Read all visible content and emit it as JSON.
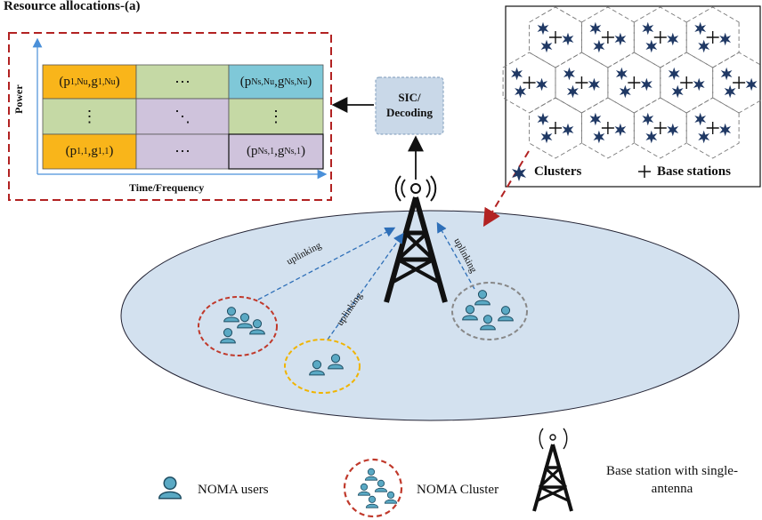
{
  "title": "Resource allocations-(a)",
  "matrix": {
    "y_axis_label": "Power",
    "x_axis_label": "Time/Frequency",
    "top_row": {
      "left": {
        "p": "p",
        "p_sub": "1,Nu",
        "g": "g",
        "g_sub": "1,Nu"
      },
      "middle": "⋯",
      "right": {
        "p": "p",
        "p_sub": "Ns,Nu",
        "g": "g",
        "g_sub": "Ns,Nu"
      }
    },
    "middle_row": {
      "left": "⋮",
      "middle": "⋱",
      "right": "⋮"
    },
    "bottom_row": {
      "left": {
        "p": "p",
        "p_sub": "1,1",
        "g": "g",
        "g_sub": "1,1"
      },
      "middle": "⋯",
      "right": {
        "p": "p",
        "p_sub": "Ns,1",
        "g": "g",
        "g_sub": "Ns,1"
      }
    }
  },
  "sic_box": {
    "line1": "SIC/",
    "line2": "Decoding"
  },
  "network_inset": {
    "clusters_label": "Clusters",
    "base_stations_label": "Base stations"
  },
  "link_labels": [
    "uplinking",
    "uplinking",
    "uplinking"
  ],
  "legend": {
    "users": "NOMA users",
    "cluster": "NOMA Cluster",
    "bs_line1": "Base station with single-",
    "bs_line2": "antenna"
  },
  "colors": {
    "orange": "#f9b51a",
    "green": "#c5d9a5",
    "purple": "#cfc3dc",
    "cyan": "#7fc8d8",
    "dashed_red": "#b22222",
    "ellipse_fill": "#d3e1ef",
    "user_fill": "#5aa9c4",
    "arrow_blue": "#2e6fb8",
    "star": "#1f3864"
  }
}
